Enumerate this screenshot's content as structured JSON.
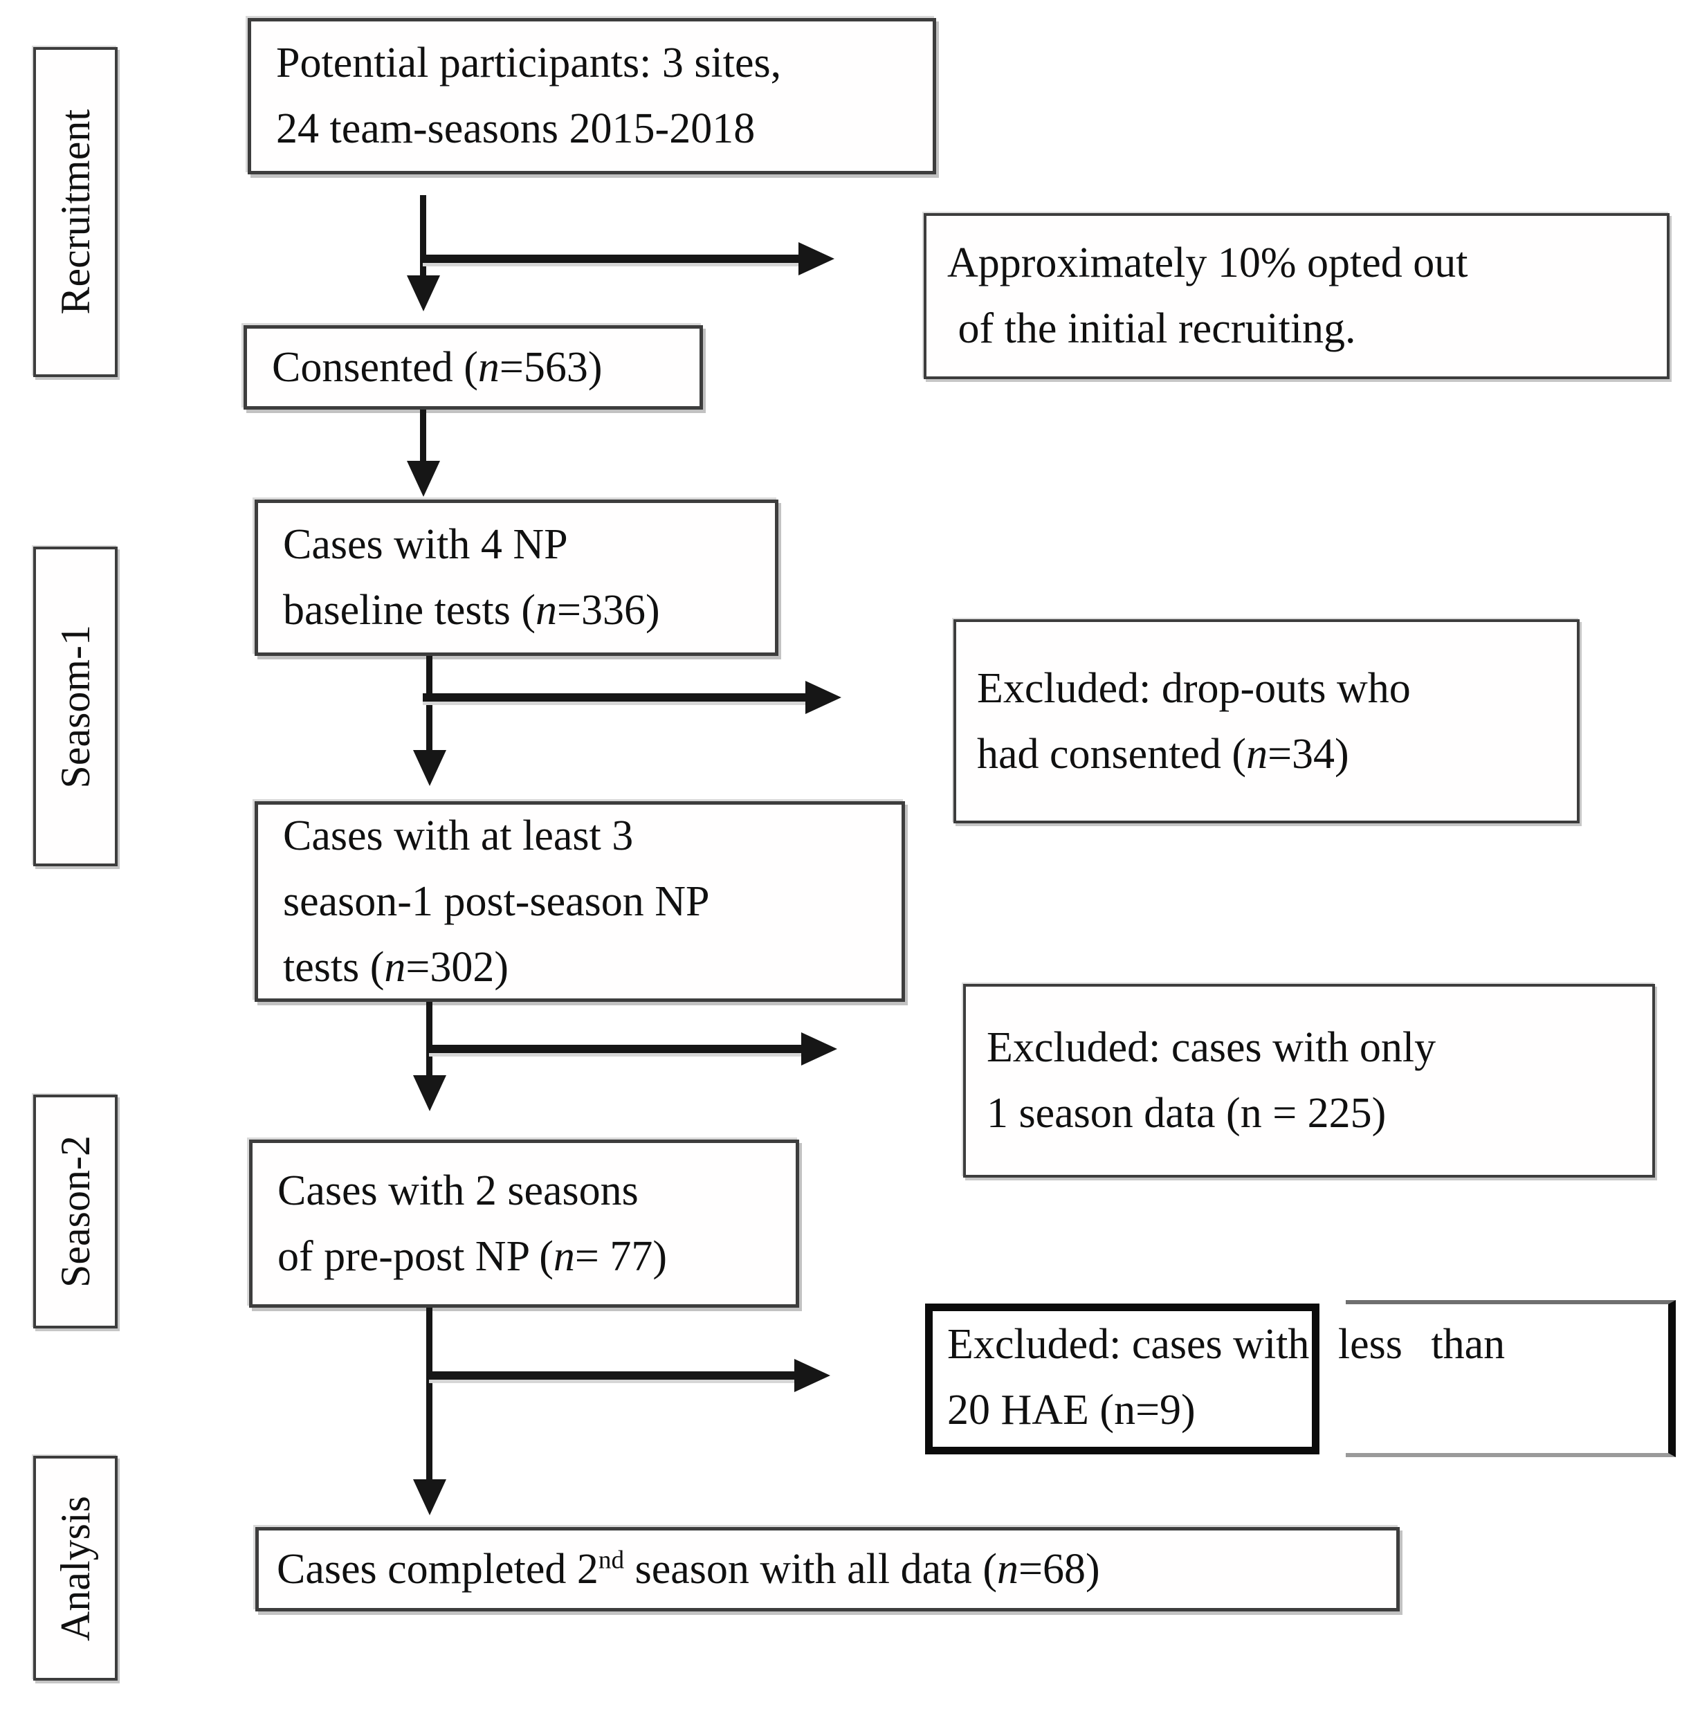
{
  "stage_labels": [
    {
      "label": "Recruitment"
    },
    {
      "label": "Seasom-1"
    },
    {
      "label": "Season-2"
    },
    {
      "label": "Analysis"
    }
  ],
  "flow_boxes": [
    {
      "id": "potential-participants",
      "lines": [
        [
          {
            "t": "Potential participants: 3 sites,"
          }
        ],
        [
          {
            "t": "24 team-seasons 2015-2018"
          }
        ]
      ]
    },
    {
      "id": "consented",
      "lines": [
        [
          {
            "t": "Consented ("
          },
          {
            "t": "n",
            "i": true
          },
          {
            "t": "=563)"
          }
        ]
      ]
    },
    {
      "id": "baseline-tests",
      "lines": [
        [
          {
            "t": "Cases with 4 NP"
          }
        ],
        [
          {
            "t": "baseline tests ("
          },
          {
            "t": "n",
            "i": true
          },
          {
            "t": "=336)"
          }
        ]
      ]
    },
    {
      "id": "season1-postseason-tests",
      "lines": [
        [
          {
            "t": "Cases with at least 3"
          }
        ],
        [
          {
            "t": "season-1 post-season NP"
          }
        ],
        [
          {
            "t": "tests ("
          },
          {
            "t": "n",
            "i": true
          },
          {
            "t": "=302)"
          }
        ]
      ]
    },
    {
      "id": "two-seasons-prepost",
      "lines": [
        [
          {
            "t": "Cases with 2 seasons"
          }
        ],
        [
          {
            "t": "of pre-post NP ("
          },
          {
            "t": "n",
            "i": true
          },
          {
            "t": "= 77)"
          }
        ]
      ]
    },
    {
      "id": "completed-second-season",
      "lines": [
        [
          {
            "t": "Cases completed 2"
          },
          {
            "t": "nd",
            "sup": true
          },
          {
            "t": " season with all data ("
          },
          {
            "t": "n",
            "i": true
          },
          {
            "t": "=68)"
          }
        ]
      ]
    }
  ],
  "exclusion_boxes": [
    {
      "id": "opted-out",
      "lines": [
        [
          {
            "t": "Approximately 10% opted out"
          }
        ],
        [
          {
            "t": " of the initial recruiting."
          }
        ]
      ]
    },
    {
      "id": "dropouts",
      "lines": [
        [
          {
            "t": "Excluded: drop-outs who"
          }
        ],
        [
          {
            "t": "had consented ("
          },
          {
            "t": "n",
            "i": true
          },
          {
            "t": "=34)"
          }
        ]
      ]
    },
    {
      "id": "one-season-only",
      "lines": [
        [
          {
            "t": "Excluded: cases with only"
          }
        ],
        [
          {
            "t": "1 season data (n = 225)"
          }
        ]
      ]
    },
    {
      "id": "low-hae",
      "lines": [
        [
          {
            "t": "Excluded: cases "
          },
          {
            "t": "with less than",
            "sp": true
          }
        ],
        [
          {
            "t": "20 HAE (n=9)"
          }
        ]
      ]
    }
  ]
}
